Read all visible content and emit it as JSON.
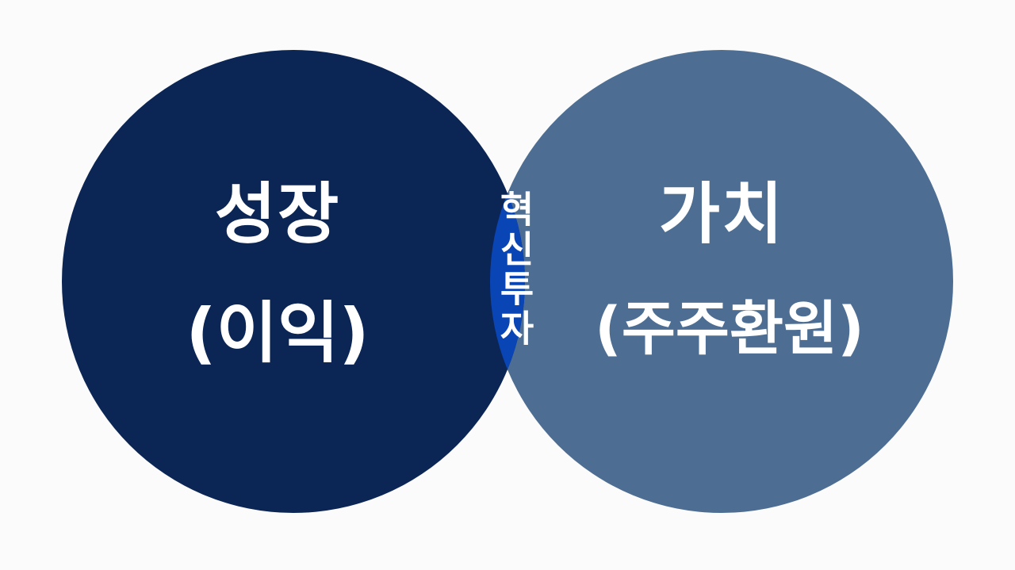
{
  "diagram": {
    "type": "venn",
    "colors": {
      "background": "#fbfbfb",
      "left_circle": "#0b2554",
      "right_circle": "#4d6e92",
      "intersection": "#0a45b5",
      "text": "#ffffff"
    },
    "left": {
      "title": "성장",
      "subtitle": "(이익)"
    },
    "right": {
      "title": "가치",
      "subtitle": "(주주환원)"
    },
    "intersection": {
      "label": "혁신투자"
    }
  }
}
